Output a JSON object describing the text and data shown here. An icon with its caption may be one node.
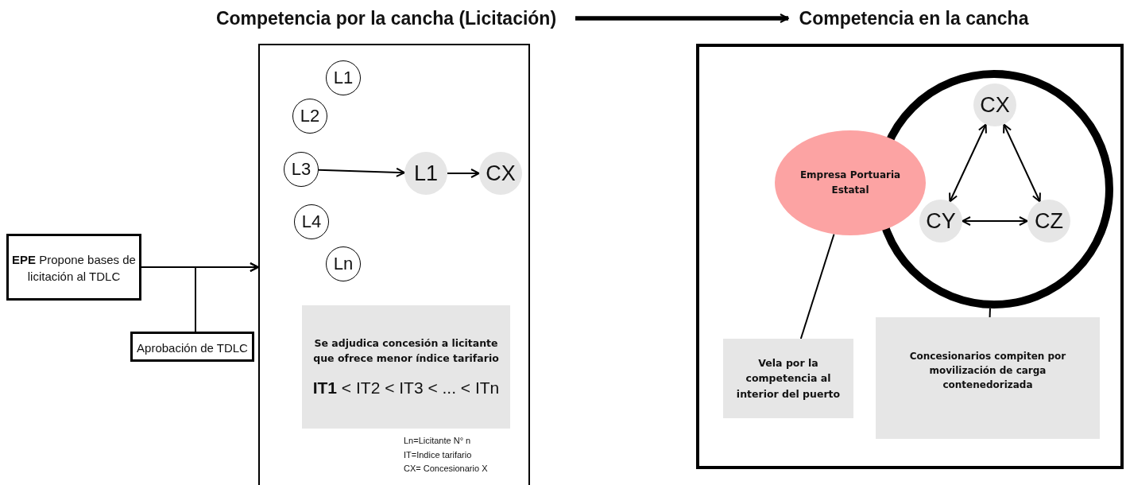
{
  "diagram": {
    "nodes": [
      {
        "text": [
          "Competencia por la cancha (Licitación)"
        ]
      },
      {
        "text": [
          "Competencia en la cancha"
        ]
      },
      {
        "text": [
          "**EPE** Propone bases de licitación al TDLC"
        ]
      },
      {
        "text": [
          "Aprobación de TDLC"
        ]
      },
      {
        "text": [],
        "shape": "box"
      },
      {
        "text": [
          "L1"
        ],
        "in": 4
      },
      {
        "text": [
          "L2"
        ],
        "in": 4
      },
      {
        "text": [
          "L3"
        ],
        "in": 4
      },
      {
        "text": [
          "L4"
        ],
        "in": 4
      },
      {
        "text": [
          "Ln"
        ],
        "in": 4
      },
      {
        "text": [
          "L1"
        ],
        "in": 4
      },
      {
        "text": [
          "CX"
        ],
        "in": 4
      },
      {
        "text": [
          "Se adjudica concesión a licitante que ofrece menor índice tarifario",
          "**IT1** < IT2 < IT3 < ... < ITn"
        ],
        "in": 4
      },
      {
        "text": [],
        "shape": "box"
      },
      {
        "text": [],
        "shape": "circle",
        "in": 13
      },
      {
        "text": [
          "CX"
        ],
        "in": 14
      },
      {
        "text": [
          "CY"
        ],
        "in": 14
      },
      {
        "text": [
          "CZ"
        ],
        "in": 14
      },
      {
        "text": [
          "Empresa Portuaria Estatal"
        ],
        "in": 13
      },
      {
        "text": [
          "Vela por la competencia al interior del puerto"
        ],
        "in": 13
      },
      {
        "text": [
          "Concesionarios compiten por movilización de carga contenedorizada"
        ],
        "in": 13
      }
    ],
    "edges": [
      {
        "from": 0,
        "to": 1,
        "arrow": "to",
        "style": "thick"
      },
      {
        "from": 2,
        "to": 4,
        "arrow": "to"
      },
      {
        "from": 3,
        "to": 4,
        "arrow": "to"
      },
      {
        "from": 7,
        "to": 10,
        "arrow": "to"
      },
      {
        "from": 10,
        "to": 11,
        "arrow": "to"
      },
      {
        "from": 15,
        "to": 16,
        "arrow": "both"
      },
      {
        "from": 15,
        "to": 17,
        "arrow": "both"
      },
      {
        "from": 16,
        "to": 17,
        "arrow": "both"
      },
      {
        "from": 18,
        "to": 19,
        "arrow": "none"
      },
      {
        "from": 14,
        "to": 20,
        "arrow": "none"
      }
    ],
    "labels": [
      "Ln=Licitante N° n",
      "IT=Indice tarifario",
      "CX= Concesionario X"
    ]
  }
}
